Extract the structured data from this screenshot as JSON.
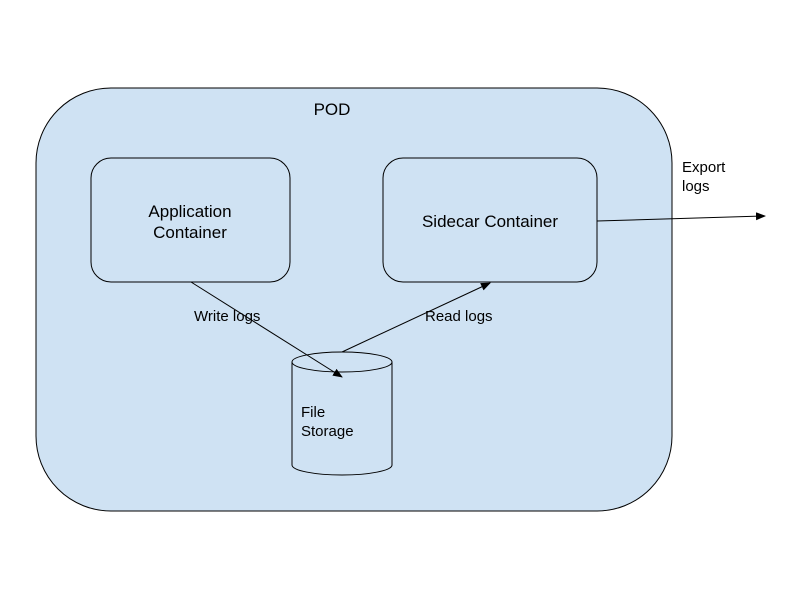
{
  "pod": {
    "title": "POD",
    "fill": "#cfe2f3",
    "stroke": "#000000"
  },
  "application_container": {
    "line1": "Application",
    "line2": "Container"
  },
  "sidecar_container": {
    "label": "Sidecar Container"
  },
  "file_storage": {
    "line1": "File",
    "line2": "Storage"
  },
  "edges": {
    "write_logs": "Write logs",
    "read_logs": "Read logs",
    "export_logs_line1": "Export",
    "export_logs_line2": "logs"
  }
}
